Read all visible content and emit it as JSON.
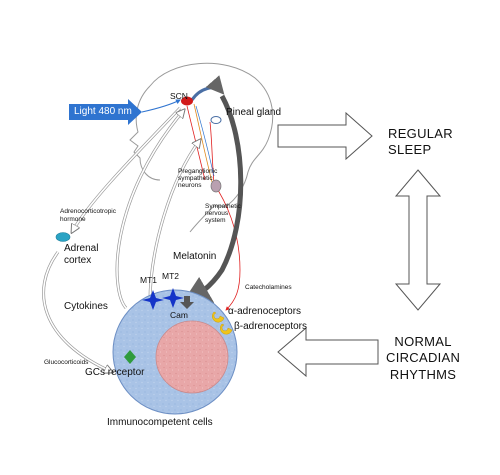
{
  "labels": {
    "light": "Light 480 nm",
    "scn": "SCN",
    "pineal_gland": "Pineal gland",
    "preganglionic": [
      "Preganglionic",
      "sympathetic",
      "neurons"
    ],
    "sympathetic": [
      "Sympathetic",
      "nervous",
      "system"
    ],
    "adrenocorticotropic": [
      "Adrenocorticotropic",
      "hormone"
    ],
    "adrenal_cortex": [
      "Adrenal",
      "cortex"
    ],
    "melatonin": "Melatonin",
    "catecholamines": "Catecholamines",
    "mt1": "MT1",
    "mt2": "MT2",
    "cam": "Cam",
    "alpha_adrenoceptors": "α-adrenoceptors",
    "beta_adrenoceptors": "β-adrenoceptors",
    "cytokines": "Cytokines",
    "glucocorticoids": "Glucocorticoids",
    "gcs_receptor": "GCs receptor",
    "immunocompetent_cells": "Immunocompetent cells",
    "regular_sleep": [
      "REGULAR",
      "SLEEP"
    ],
    "normal_circadian_rhythms": [
      "NORMAL",
      "CIRCADIAN",
      "RHYTHMS"
    ]
  },
  "colors": {
    "light_arrow": "#2f74d0",
    "cell_fill": "#a9c3e6",
    "nucleus_fill": "#e8a7a8",
    "scn_red": "#d21a1a",
    "mt_star": "#1434c8",
    "receptor_yellow": "#f0c419",
    "gc_receptor_green": "#2f9b3c",
    "adrenal_teal": "#2aa3c4",
    "catecholamine_red": "#e02020"
  }
}
